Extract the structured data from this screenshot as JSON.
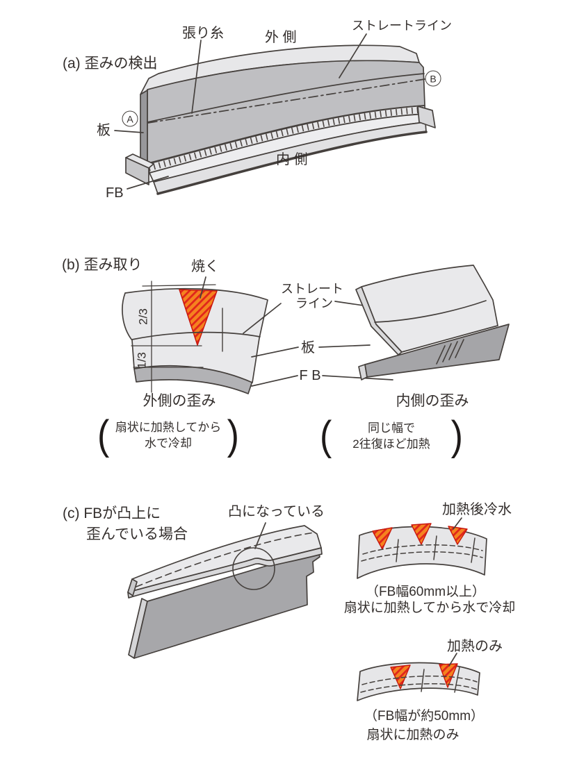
{
  "colors": {
    "outline": "#45403d",
    "text": "#332e2c",
    "plate_light": "#e9e9eb",
    "plate_mid": "#bfbfc2",
    "plate_dark": "#a7a7aa",
    "heat_orange": "#f5831f",
    "hatch_red": "#e0251c"
  },
  "section_a": {
    "title": "(a) 歪みの検出",
    "labels": {
      "string": "張り糸",
      "outside": "外 側",
      "straight_line": "ストレートライン",
      "point_a": "A",
      "point_b": "B",
      "plate": "板",
      "inside": "内 側",
      "fb": "FB"
    }
  },
  "section_b": {
    "title": "(b) 歪み取り",
    "labels": {
      "burn": "焼く",
      "ratio_upper": "2/3",
      "ratio_lower": "1/3",
      "straight_line_1": "ストレート",
      "straight_line_2": "ライン",
      "plate": "板",
      "fb": "F B"
    },
    "left": {
      "caption": "外側の歪み",
      "note_line1": "扇状に加熱してから",
      "note_line2": "水で冷却"
    },
    "right": {
      "caption": "内側の歪み",
      "note_line1": "同じ幅で",
      "note_line2": "2往復ほど加熱"
    },
    "paren_open": "(",
    "paren_close": ")"
  },
  "section_c": {
    "title_line1": "(c) FBが凸上に",
    "title_line2": "歪んでいる場合",
    "convex_label": "凸になっている",
    "upper": {
      "label": "加熱後冷水",
      "caption_line1": "（FB幅60mm以上）",
      "caption_line2": "扇状に加熱してから水で冷却"
    },
    "lower": {
      "label": "加熱のみ",
      "caption_line1": "（FB幅が約50mm）",
      "caption_line2": "扇状に加熱のみ"
    }
  }
}
